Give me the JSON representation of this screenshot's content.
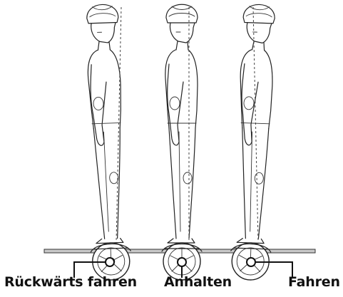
{
  "labels": {
    "backward": "Rückwärts fahren",
    "stop": "Anhalten",
    "forward": "Fahren"
  },
  "figures": [
    {
      "id": "backward",
      "lean": "back"
    },
    {
      "id": "stop",
      "lean": "upright"
    },
    {
      "id": "forward",
      "lean": "forward"
    }
  ],
  "icons": [
    "helmet-icon",
    "hoverboard-wheel-icon",
    "balance-axis-icon"
  ],
  "colors": {
    "line": "#222222",
    "ground": "#c8c8c8",
    "text": "#111111"
  }
}
